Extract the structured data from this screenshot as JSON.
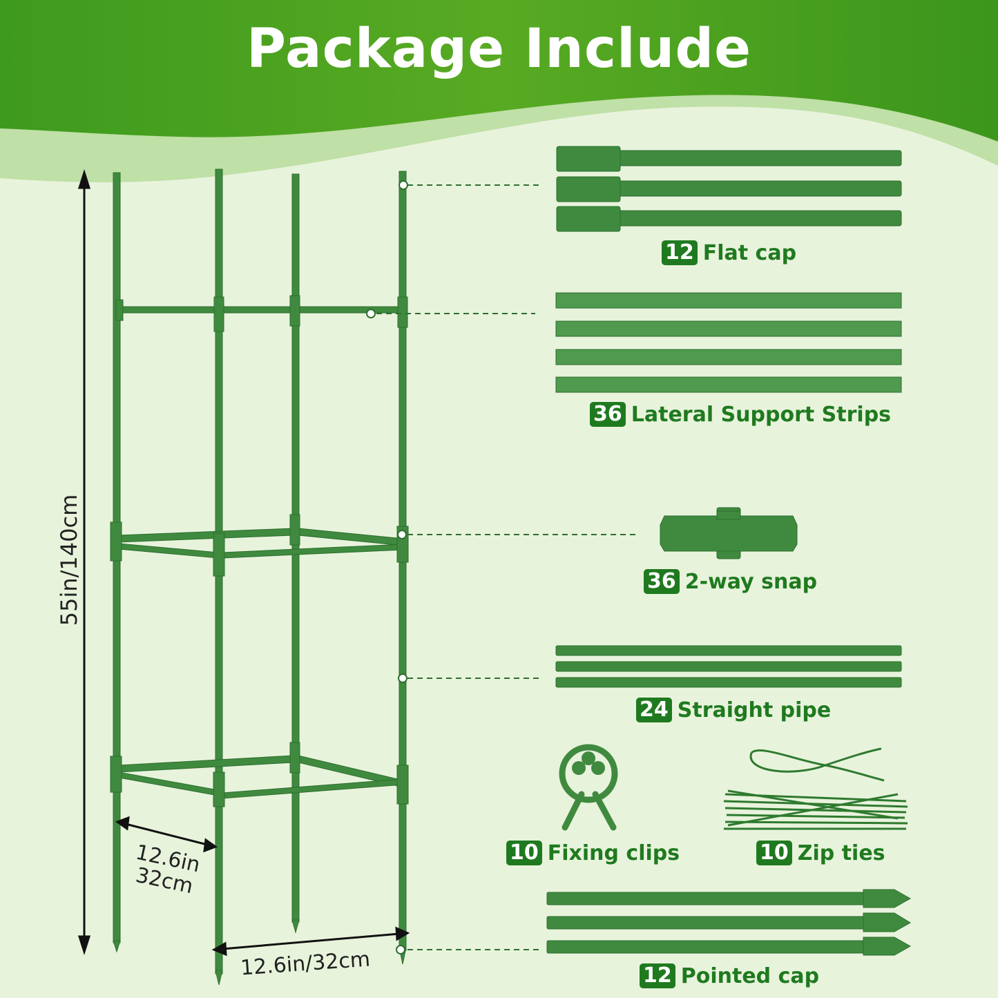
{
  "title": "Package Include",
  "parts": [
    {
      "count": "12",
      "name": "Flat cap"
    },
    {
      "count": "36",
      "name": "Lateral Support Strips"
    },
    {
      "count": "36",
      "name": "2-way snap"
    },
    {
      "count": "24",
      "name": "Straight pipe"
    },
    {
      "count": "10",
      "name": "Fixing clips"
    },
    {
      "count": "10",
      "name": "Zip ties"
    },
    {
      "count": "12",
      "name": "Pointed cap"
    }
  ],
  "dimensions": {
    "height": "55in/140cm",
    "depth_in": "12.6in",
    "depth_cm": "32cm",
    "width": "12.6in/32cm"
  },
  "colors": {
    "accent": "#1f7a1f",
    "background": "#e8f3dc",
    "frame": "#3f8a3f"
  }
}
